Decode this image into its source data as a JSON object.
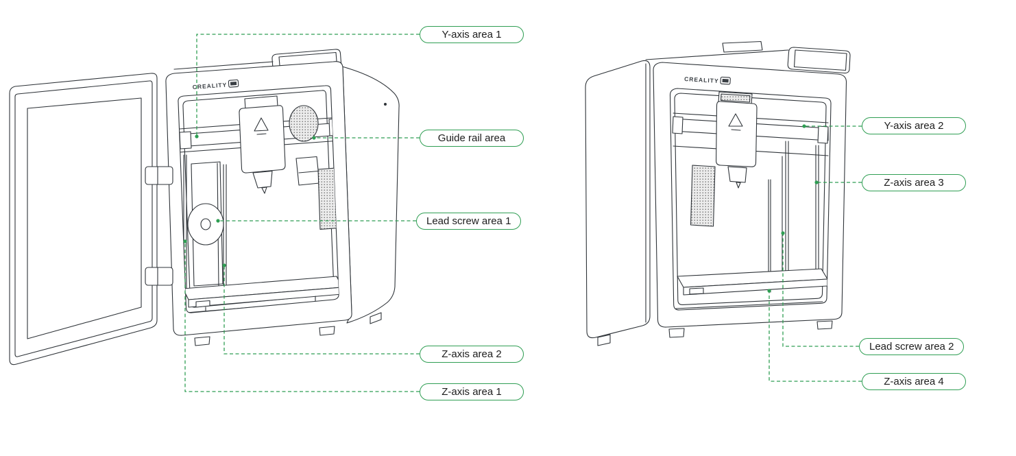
{
  "diagram": {
    "brand": "CREALITY",
    "accent_color": "#2f9e53",
    "left_printer": {
      "callouts": {
        "y_axis_1": "Y-axis area 1",
        "guide_rail": "Guide rail area",
        "lead_screw_1": "Lead screw area 1",
        "z_axis_2": "Z-axis area 2",
        "z_axis_1": "Z-axis area 1"
      }
    },
    "right_printer": {
      "callouts": {
        "y_axis_2": "Y-axis area 2",
        "z_axis_3": "Z-axis area 3",
        "lead_screw_2": "Lead screw area 2",
        "z_axis_4": "Z-axis area 4"
      }
    }
  }
}
